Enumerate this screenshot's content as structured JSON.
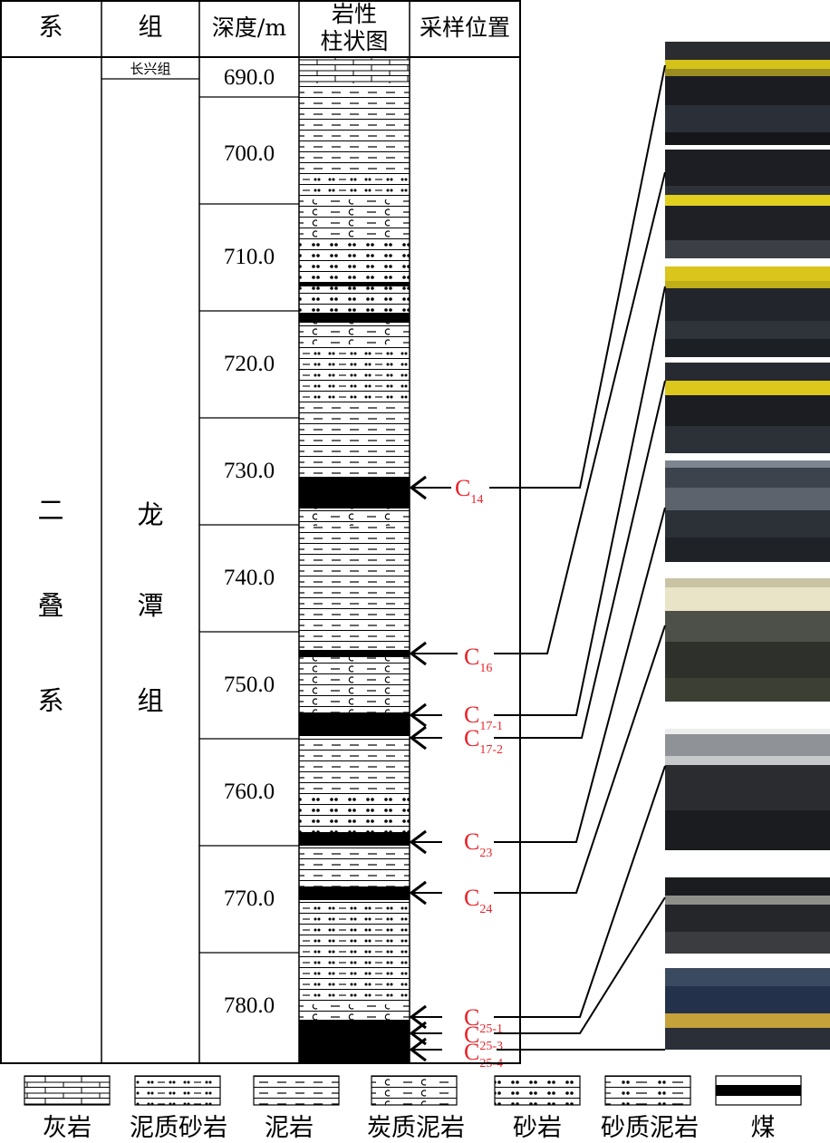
{
  "headers": {
    "system": "系",
    "group": "组",
    "depth": "深度/m",
    "lith_line1": "岩性",
    "lith_line2": "柱状图",
    "sample": "采样位置"
  },
  "system_name": [
    "二",
    "叠",
    "系"
  ],
  "group_upper": "长兴组",
  "group_lower": [
    "龙",
    "潭",
    "组"
  ],
  "depths": [
    "690.0",
    "700.0",
    "710.0",
    "720.0",
    "730.0",
    "740.0",
    "750.0",
    "760.0",
    "770.0",
    "780.0"
  ],
  "samples": [
    {
      "base": "C",
      "sub": "14"
    },
    {
      "base": "C",
      "sub": "16"
    },
    {
      "base": "C",
      "sub": "17-1"
    },
    {
      "base": "C",
      "sub": "17-2"
    },
    {
      "base": "C",
      "sub": "23"
    },
    {
      "base": "C",
      "sub": "24"
    },
    {
      "base": "C",
      "sub": "25-1"
    },
    {
      "base": "C",
      "sub": "25-3"
    },
    {
      "base": "C",
      "sub": "25-4"
    }
  ],
  "legend": [
    "灰岩",
    "泥质砂岩",
    "泥岩",
    "炭质泥岩",
    "砂岩",
    "砂质泥岩",
    "煤"
  ],
  "colors": {
    "sample_label": "#e8232a",
    "coal": "#000000"
  }
}
